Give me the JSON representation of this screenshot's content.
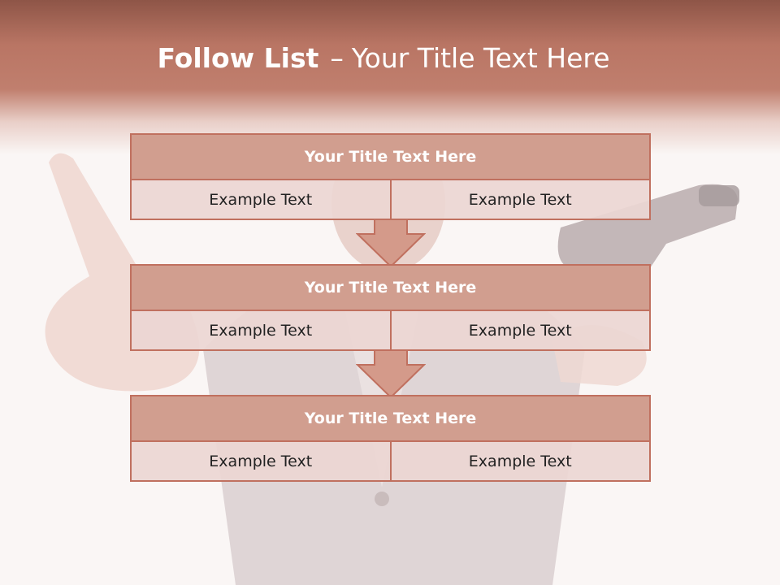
{
  "title": {
    "bold": "Follow List",
    "dash": "–",
    "rest": "Your Title Text Here"
  },
  "blocks": [
    {
      "heading": "Your Title Text Here",
      "left": "Example Text",
      "right": "Example Text"
    },
    {
      "heading": "Your Title Text Here",
      "left": "Example Text",
      "right": "Example Text"
    },
    {
      "heading": "Your Title Text Here",
      "left": "Example Text",
      "right": "Example Text"
    }
  ],
  "colors": {
    "header_band": "#b97564",
    "block_border": "#c0705f",
    "block_header_fill": "#d19e8f",
    "cell_fill": "#ecd6d3",
    "arrow_fill": "#d49a8a"
  },
  "background": {
    "icon": "man-with-pistol-photo"
  }
}
